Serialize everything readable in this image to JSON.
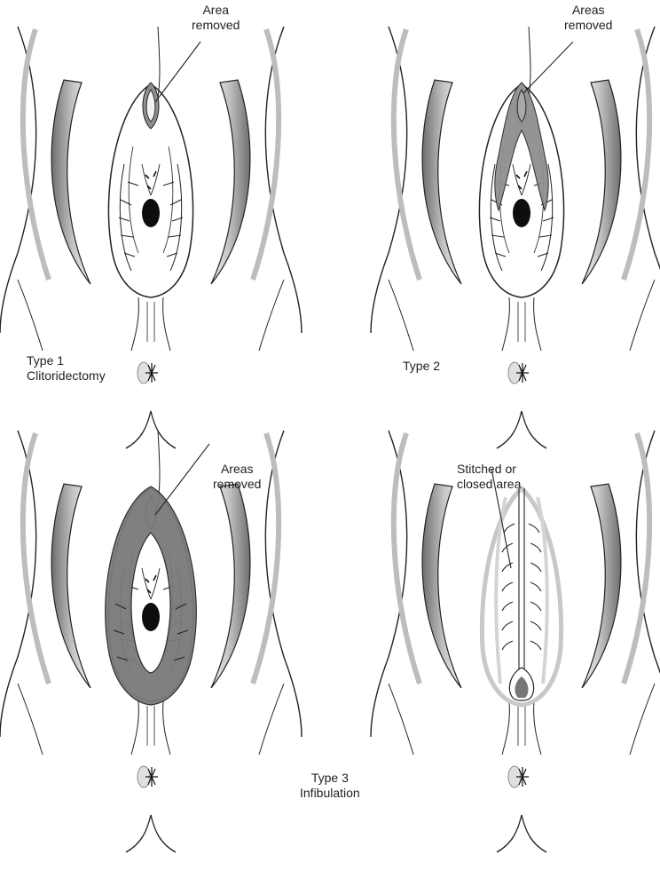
{
  "panels": [
    {
      "id": "type1",
      "callout_lines": [
        "Area",
        "removed"
      ],
      "caption_lines": [
        "Type 1",
        "Clitoridectomy"
      ],
      "shading": "clitoral hood"
    },
    {
      "id": "type2",
      "callout_lines": [
        "Areas",
        "removed"
      ],
      "caption_lines": [
        "Type 2"
      ],
      "shading": "clitoris and labia minora"
    },
    {
      "id": "type3",
      "callout_lines": [
        "Areas",
        "removed"
      ],
      "caption_lines": [],
      "shading": "clitoris, labia minora and labia majora"
    },
    {
      "id": "type3-closed",
      "callout_lines": [
        "Stitched or",
        "closed area"
      ],
      "caption_lines": [],
      "shading": "stitched closure"
    }
  ],
  "shared_caption_lines": [
    "Type 3",
    "Infibulation"
  ],
  "colors": {
    "ink": "#222222",
    "shade_light": "#d8d8d8",
    "shade_mid": "#9a9a9a",
    "shade_dark": "#7a7a7a",
    "paper": "#ffffff"
  }
}
